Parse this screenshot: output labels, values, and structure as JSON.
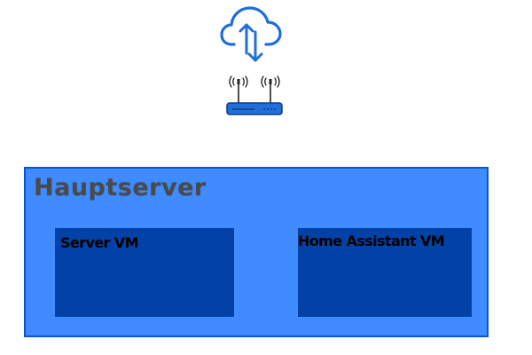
{
  "diagram": {
    "internet": {
      "icon": "cloud-upload-download-icon"
    },
    "router": {
      "icon": "wifi-router-icon"
    },
    "main_server": {
      "title": "Hauptserver",
      "vms": [
        {
          "label": "Server VM"
        },
        {
          "label": "Home Assistant VM"
        }
      ]
    }
  },
  "colors": {
    "icon_blue": "#1f6fd6",
    "server_fill": "#3f8bff",
    "server_border": "#0d55d0",
    "vm_fill": "#0241a6",
    "title_text": "#4a4a4a"
  }
}
